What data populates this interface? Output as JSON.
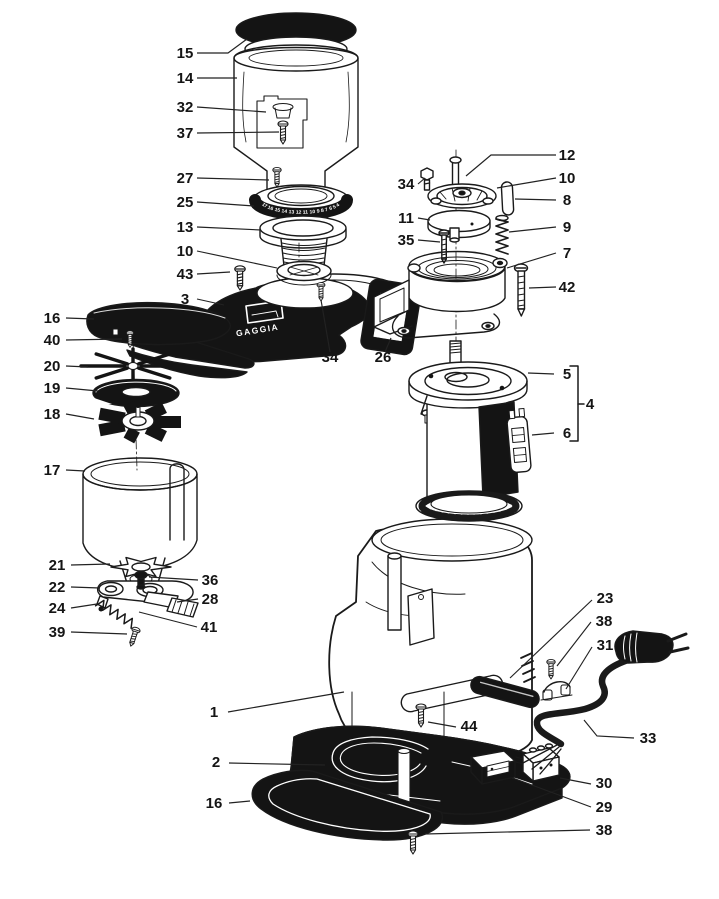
{
  "page": {
    "background": "#ffffff",
    "ink": "#1a1a1a"
  },
  "diagram": {
    "brand_label": "GAGGIA",
    "grind_dial_scale": "17 16 15 14 13 12 11 10 9 8 7 6 5 4 3 2 1",
    "callouts": [
      {
        "id": "c15",
        "n": "15"
      },
      {
        "id": "c14",
        "n": "14"
      },
      {
        "id": "c32",
        "n": "32"
      },
      {
        "id": "c37",
        "n": "37"
      },
      {
        "id": "c27",
        "n": "27"
      },
      {
        "id": "c25",
        "n": "25"
      },
      {
        "id": "c13",
        "n": "13"
      },
      {
        "id": "c10_left",
        "n": "10"
      },
      {
        "id": "c43",
        "n": "43"
      },
      {
        "id": "c3",
        "n": "3"
      },
      {
        "id": "c16_top",
        "n": "16"
      },
      {
        "id": "c40",
        "n": "40"
      },
      {
        "id": "c20",
        "n": "20"
      },
      {
        "id": "c19",
        "n": "19"
      },
      {
        "id": "c18",
        "n": "18"
      },
      {
        "id": "c17",
        "n": "17"
      },
      {
        "id": "c21",
        "n": "21"
      },
      {
        "id": "c22",
        "n": "22"
      },
      {
        "id": "c24",
        "n": "24"
      },
      {
        "id": "c39",
        "n": "39"
      },
      {
        "id": "c36",
        "n": "36"
      },
      {
        "id": "c28",
        "n": "28"
      },
      {
        "id": "c41",
        "n": "41"
      },
      {
        "id": "c34_mid",
        "n": "34"
      },
      {
        "id": "c26",
        "n": "26"
      },
      {
        "id": "c12",
        "n": "12"
      },
      {
        "id": "c34_right",
        "n": "34"
      },
      {
        "id": "c10_right",
        "n": "10"
      },
      {
        "id": "c8",
        "n": "8"
      },
      {
        "id": "c11",
        "n": "11"
      },
      {
        "id": "c9",
        "n": "9"
      },
      {
        "id": "c35",
        "n": "35"
      },
      {
        "id": "c7",
        "n": "7"
      },
      {
        "id": "c42",
        "n": "42"
      },
      {
        "id": "c5",
        "n": "5"
      },
      {
        "id": "c4",
        "n": "4"
      },
      {
        "id": "c6",
        "n": "6"
      },
      {
        "id": "c23",
        "n": "23"
      },
      {
        "id": "c38_upper",
        "n": "38"
      },
      {
        "id": "c31",
        "n": "31"
      },
      {
        "id": "c33",
        "n": "33"
      },
      {
        "id": "c30",
        "n": "30"
      },
      {
        "id": "c29",
        "n": "29"
      },
      {
        "id": "c38_lower",
        "n": "38"
      },
      {
        "id": "c1",
        "n": "1"
      },
      {
        "id": "c44",
        "n": "44"
      },
      {
        "id": "c2",
        "n": "2"
      },
      {
        "id": "c16_bottom",
        "n": "16"
      }
    ]
  }
}
